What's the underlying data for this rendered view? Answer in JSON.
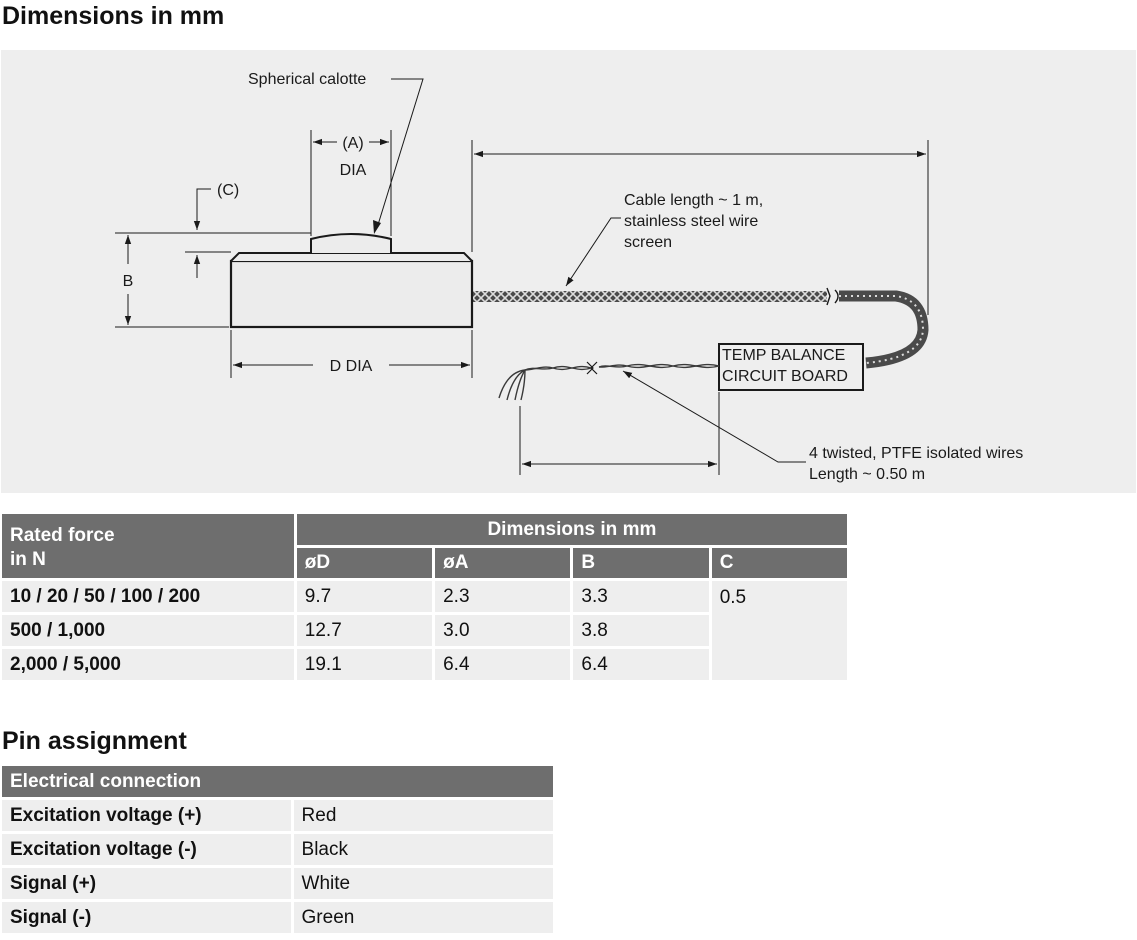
{
  "headings": {
    "dimensions": "Dimensions in mm",
    "pins": "Pin assignment"
  },
  "drawing": {
    "spherical_calotte": "Spherical calotte",
    "label_a": "(A)",
    "label_dia": "DIA",
    "label_c": "(C)",
    "label_b": "B",
    "label_d_dia": "D DIA",
    "cable_line1": "Cable length ~ 1 m,",
    "cable_line2": "stainless steel wire",
    "cable_line3": "screen",
    "board_line1": "TEMP BALANCE",
    "board_line2": "CIRCUIT BOARD",
    "wires_line1": "4 twisted, PTFE isolated wires",
    "wires_line2": "Length ~ 0.50 m"
  },
  "dim_table": {
    "rated_line1": "Rated force",
    "rated_line2": "in N",
    "group_header": "Dimensions in mm",
    "col_d": "øD",
    "col_a": "øA",
    "col_b": "B",
    "col_c": "C",
    "c_value": "0.5",
    "rows": [
      {
        "force": "10 / 20 / 50 / 100 / 200",
        "d": "9.7",
        "a": "2.3",
        "b": "3.3"
      },
      {
        "force": "500 / 1,000",
        "d": "12.7",
        "a": "3.0",
        "b": "3.8"
      },
      {
        "force": "2,000 / 5,000",
        "d": "19.1",
        "a": "6.4",
        "b": "6.4"
      }
    ]
  },
  "pin_table": {
    "header": "Electrical connection",
    "rows": [
      {
        "signal": "Excitation voltage (+)",
        "color": "Red"
      },
      {
        "signal": "Excitation voltage (-)",
        "color": "Black"
      },
      {
        "signal": "Signal (+)",
        "color": "White"
      },
      {
        "signal": "Signal (-)",
        "color": "Green"
      }
    ]
  }
}
